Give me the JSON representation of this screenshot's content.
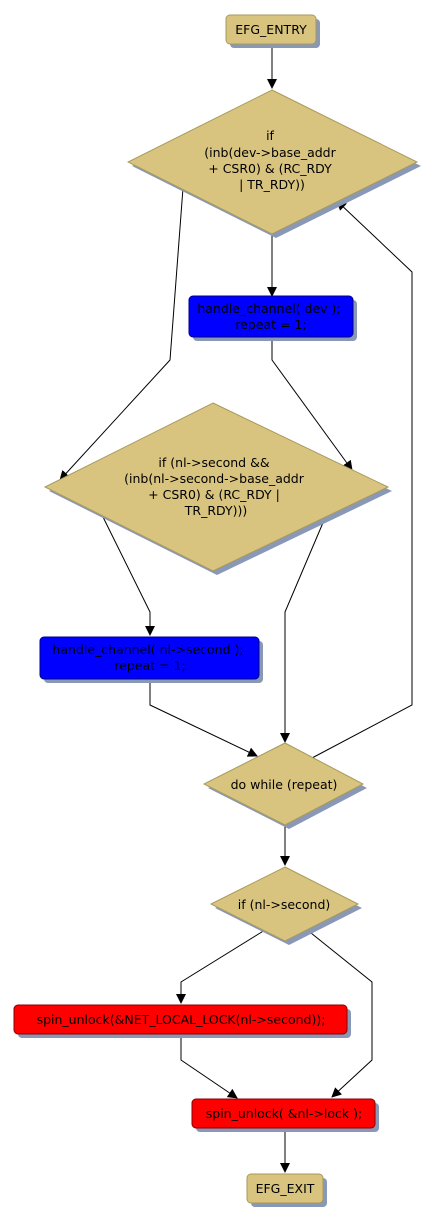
{
  "colors": {
    "terminal": "#d8c47e",
    "decision": "#d8c47e",
    "process_blue": "#0000ff",
    "process_red": "#ff0000",
    "shadow": "#8a98b8"
  },
  "nodes": {
    "entry": {
      "label": [
        "EFG_ENTRY"
      ]
    },
    "if1": {
      "label": [
        "if",
        "(inb(dev->base_addr",
        "+ CSR0) & (RC_RDY",
        "| TR_RDY))"
      ]
    },
    "handle1": {
      "label": [
        "handle_channel( dev );",
        "repeat = 1;"
      ]
    },
    "if2": {
      "label": [
        "if (nl->second &&",
        "(inb(nl->second->base_addr",
        "+ CSR0) & (RC_RDY |",
        "TR_RDY)))"
      ]
    },
    "handle2": {
      "label": [
        "handle_channel( nl->second );",
        "repeat = 1;"
      ]
    },
    "dowhile": {
      "label": [
        "do while (repeat)"
      ]
    },
    "if3": {
      "label": [
        "if (nl->second)"
      ]
    },
    "unlock1": {
      "label": [
        "spin_unlock(&NET_LOCAL_LOCK(nl->second));"
      ]
    },
    "unlock2": {
      "label": [
        "spin_unlock( &nl->lock );"
      ]
    },
    "exit": {
      "label": [
        "EFG_EXIT"
      ]
    }
  }
}
